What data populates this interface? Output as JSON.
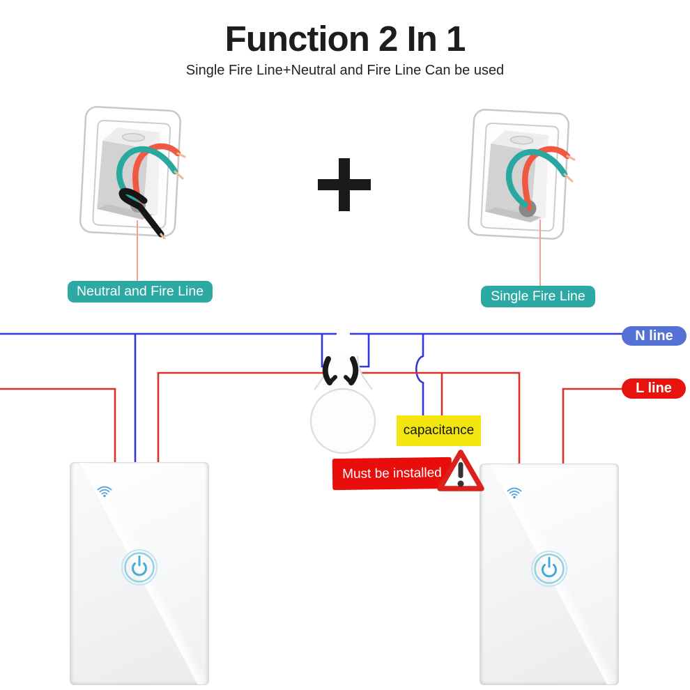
{
  "header": {
    "title": "Function 2 In 1",
    "subtitle": "Single Fire Line+Neutral and Fire Line Can be used"
  },
  "installation_modes": {
    "left": {
      "label": "Neutral and Fire Line",
      "illustration": "wall-box-neutral-fire-wires-icon"
    },
    "separator_icon": "plus-icon",
    "right": {
      "label": "Single Fire Line",
      "illustration": "wall-box-single-fire-wire-icon"
    }
  },
  "wiring_diagram": {
    "n_line": {
      "label": "N line",
      "pill_color": "#5471d6",
      "wire_color": "#3636d4"
    },
    "l_line": {
      "label": "L line",
      "pill_color": "#e8120e",
      "wire_color": "#d8322b"
    },
    "capacitance": {
      "label": "capacitance",
      "box_color": "#f2e60e"
    },
    "must_be_installed": {
      "label": "Must be installed",
      "box_color": "#e90d0c",
      "icon": "warning-triangle-icon"
    },
    "lamp_icon": "light-bulb-icon"
  },
  "switch_panels": {
    "left": {
      "icons": [
        "wifi-icon",
        "power-button-icon"
      ]
    },
    "right": {
      "icons": [
        "wifi-icon",
        "power-button-icon"
      ]
    }
  },
  "artwork_colors": {
    "mode_label_teal": "#2ba9a2",
    "wire_teal": "#28a89f",
    "wire_coral": "#f15843",
    "wire_tip_salmon": "#f2b894",
    "wire_black": "#161616",
    "leader_salmon": "#f2a28a"
  }
}
